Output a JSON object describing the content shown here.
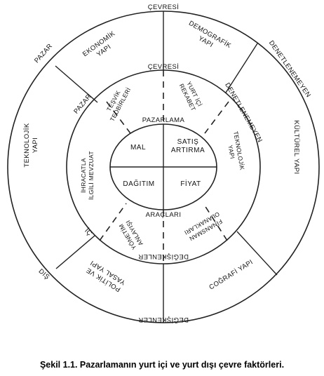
{
  "outer_ring": {
    "top": "ÇEVRESİ",
    "bottom": "DEĞİŞKENLER",
    "left_upper": "PAZAR",
    "left_lower": "DIŞ",
    "right_upper": "DENETLENEMEYEN",
    "right_lower_curve": "",
    "segments": {
      "economic": [
        "EKONOMİK",
        "YAPI"
      ],
      "demographic": [
        "DEMOGRAFİK",
        "YAPI"
      ],
      "technological": [
        "TEKNOLOJİK",
        "YAPI"
      ],
      "cultural": "KÜLTÜREL YAPI",
      "geographic": "COĞRAFİ YAPI",
      "political_legal": [
        "POLİTİK VE",
        "YASAL YAPI"
      ]
    }
  },
  "middle_ring": {
    "top": "ÇEVRESİ",
    "bottom": "DEĞİŞKENLER",
    "left_upper": "PAZAR",
    "left_lower": "İÇ",
    "right_upper": "DENETLENEMEYEN",
    "segments": {
      "incentives": [
        "TEŞVİK",
        "TEDBİRLERİ"
      ],
      "domestic_competition": [
        "YURT İÇİ",
        "REKABET"
      ],
      "technological": [
        "TEKNOLOJİK",
        "YAPI"
      ],
      "financial": [
        "FİNANSMAN",
        "OLANAKLARI"
      ],
      "management": [
        "YÖNETİM",
        "ANLAYIŞI"
      ],
      "export_regulation": [
        "İHRACATLA",
        "İLGİLİ MEVZUAT"
      ]
    }
  },
  "inner_ring": {
    "top": "PAZARLAMA",
    "bottom": "ARAÇLARI"
  },
  "core": {
    "product": "MAL",
    "promotion": [
      "SATIŞ",
      "ARTIRMA"
    ],
    "distribution": "DAĞITIM",
    "price": "FİYAT"
  },
  "caption": "Şekil 1.1. Pazarlamanın yurt içi ve yurt dışı çevre faktörleri."
}
